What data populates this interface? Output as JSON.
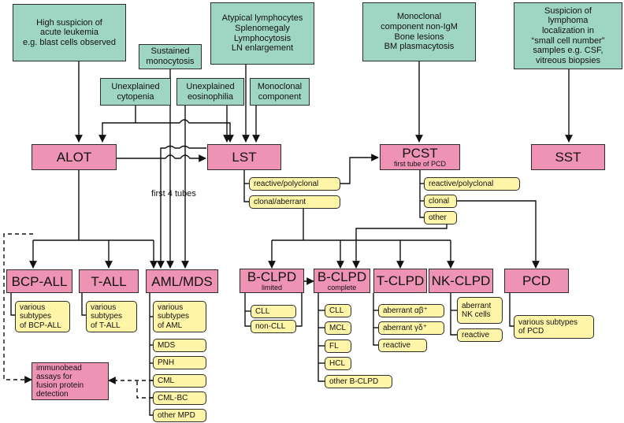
{
  "sources": {
    "leukemia": "High suspicion of\nacute leukemia\ne.g. blast cells observed",
    "atypical": "Atypical lymphocytes\nSplenomegaly\nLymphocytosis\nLN enlargement",
    "monoclonal_igm": "Monoclonal\ncomponent non-IgM\nBone lesions\nBM plasmacytosis",
    "lymphoma": "Suspicion of\nlymphoma\nlocalization in\n“small cell number”\nsamples e.g. CSF,\nvitreous biopsies",
    "monocytosis": "Sustained\nmonocytosis",
    "cytopenia": "Unexplained\ncytopenia",
    "eosinophilia": "Unexplained\neosinophilia",
    "monoclonal": "Monoclonal\ncomponent"
  },
  "tubes": {
    "alot": "ALOT",
    "lst": "LST",
    "pcst": "PCST",
    "pcst_sub": "first tube of PCD",
    "sst": "SST"
  },
  "panels": {
    "bcp_all": "BCP-ALL",
    "t_all": "T-ALL",
    "aml_mds": "AML/MDS",
    "bclpd_limited": "B-CLPD",
    "bclpd_limited_sub": "limited",
    "bclpd_complete": "B-CLPD",
    "bclpd_complete_sub": "complete",
    "tclpd": "T-CLPD",
    "nkclpd": "NK-CLPD",
    "pcd": "PCD",
    "immunobead": "immunobead\nassays for\nfusion protein\ndetection"
  },
  "labels": {
    "first4": "first 4 tubes"
  },
  "results": {
    "lst_reactive": "reactive/polyclonal",
    "lst_clonal": "clonal/aberrant",
    "pcst_reactive": "reactive/polyclonal",
    "pcst_clonal": "clonal",
    "pcst_other": "other",
    "bcp_various": "various\nsubtypes\nof BCP-ALL",
    "tall_various": "various\nsubtypes\nof T-ALL",
    "aml_various": "various\nsubtypes\nof AML",
    "mds": "MDS",
    "pnh": "PNH",
    "cml": "CML",
    "cml_bc": "CML-BC",
    "other_mpd": "other MPD",
    "cll": "CLL",
    "non_cll": "non-CLL",
    "c_cll": "CLL",
    "mcl": "MCL",
    "fl": "FL",
    "hcl": "HCL",
    "other_bclpd": "other B-CLPD",
    "aberrant_ab": "aberrant αβ⁺",
    "aberrant_gd": "aberrant γδ⁺",
    "t_reactive": "reactive",
    "aberrant_nk": "aberrant\nNK cells",
    "nk_reactive": "reactive",
    "pcd_various": "various subtypes\nof PCD"
  }
}
